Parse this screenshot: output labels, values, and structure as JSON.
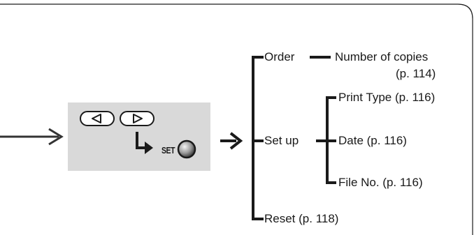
{
  "panel": {
    "set_label": "SET"
  },
  "menu": {
    "order": "Order",
    "setup": "Set up",
    "reset": "Reset (p. 118)"
  },
  "order_sub": {
    "line1": "Number of copies",
    "line2": "(p. 114)"
  },
  "setup_sub": {
    "print_type": "Print Type (p. 116)",
    "date": "Date (p. 116)",
    "file_no": "File No. (p. 116)"
  },
  "icons": [
    "left-arrow-key-icon",
    "right-arrow-key-icon",
    "set-button-icon",
    "flow-arrow-icon"
  ],
  "colors": {
    "panel_bg": "#d9d9d9",
    "line": "#1a1a1a",
    "arrow": "#333333"
  }
}
